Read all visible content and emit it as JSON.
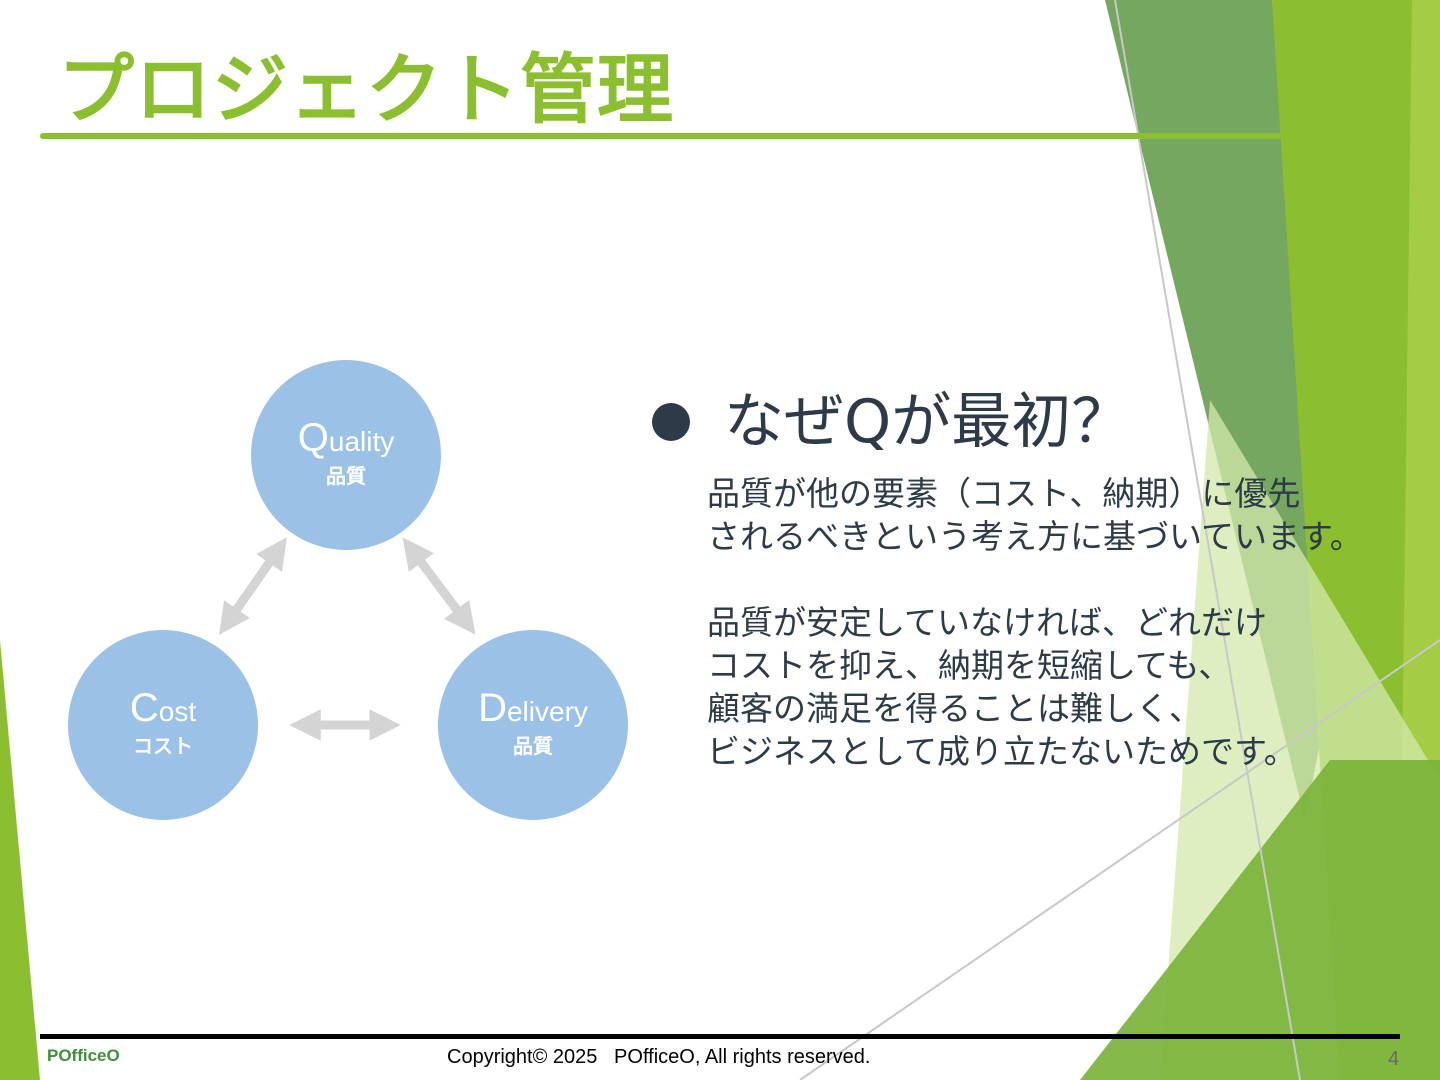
{
  "slide": {
    "title": "プロジェクト管理",
    "page_number": "4"
  },
  "diagram": {
    "quality": {
      "initial": "Q",
      "rest": "uality",
      "ja": "品質"
    },
    "cost": {
      "initial": "C",
      "rest": "ost",
      "ja": "コスト"
    },
    "delivery": {
      "initial": "D",
      "rest": "elivery",
      "ja": "品質"
    }
  },
  "content": {
    "heading": "なぜQが最初？",
    "paragraph_1": "品質が他の要素（コスト、納期）に優先\nされるべきという考え方に基づいています。",
    "paragraph_2": "品質が安定していなければ、どれだけ\nコストを抑え、納期を短縮しても、\n顧客の満足を得ることは難しく、\nビジネスとして成り立たないためです。"
  },
  "footer": {
    "brand": "POfficeO",
    "copyright": "Copyright© 2025   POfficeO, All rights reserved."
  },
  "colors": {
    "accent_green": "#8cbf2f",
    "circle_blue": "#9cc1e6",
    "text_dark": "#2d3b48"
  }
}
